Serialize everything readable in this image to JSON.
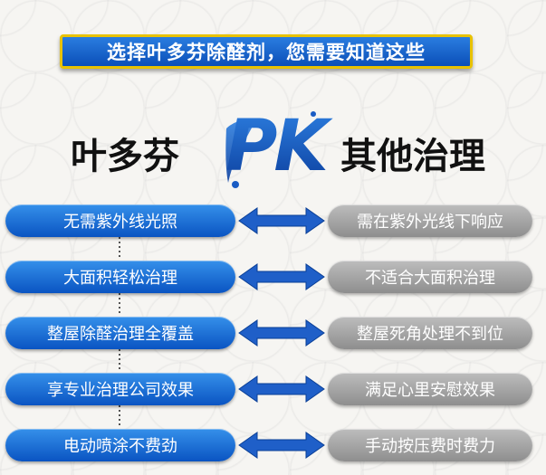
{
  "banner": {
    "text": "选择叶多芬除醛剂，您需要知道这些"
  },
  "heading": {
    "left": "叶多芬",
    "pk": "PK",
    "right": "其他治理"
  },
  "comparisons": [
    {
      "left": "无需紫外线光照",
      "right": "需在紫外光线下响应"
    },
    {
      "left": "大面积轻松治理",
      "right": "不适合大面积治理"
    },
    {
      "left": "整屋除醛治理全覆盖",
      "right": "整屋死角处理不到位"
    },
    {
      "left": "享专业治理公司效果",
      "right": "满足心里安慰效果"
    },
    {
      "left": "电动喷涂不费劲",
      "right": "手动按压费时费力"
    }
  ],
  "colors": {
    "brand_blue": "#0b4fb8",
    "banner_border": "#e8c200",
    "other_gray": "#9e9e9e"
  }
}
